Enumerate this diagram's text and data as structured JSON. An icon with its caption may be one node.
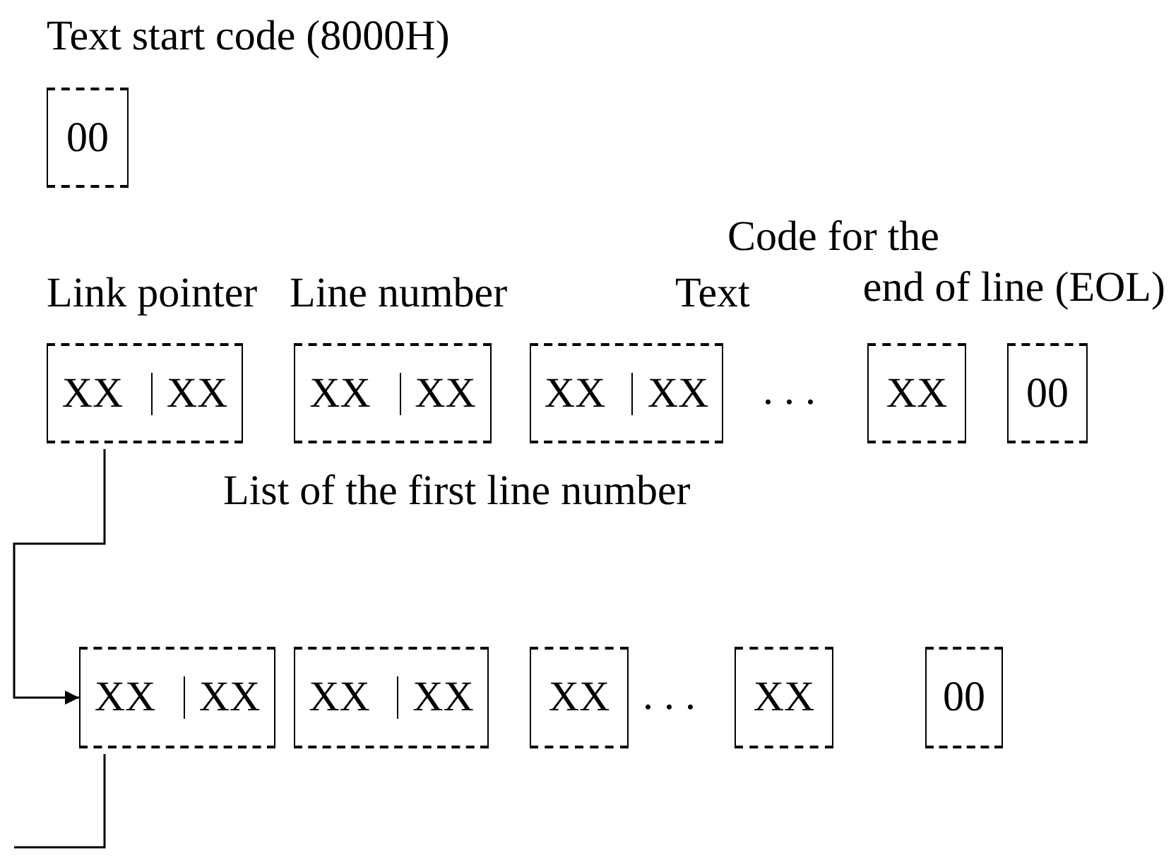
{
  "diagram": {
    "nodes": [
      {
        "text": [
          "00"
        ]
      },
      {
        "text": [
          "XX",
          "XX"
        ]
      },
      {
        "text": [
          "XX",
          "XX"
        ]
      },
      {
        "text": [
          "XX",
          "XX"
        ]
      },
      {
        "text": [
          "XX"
        ]
      },
      {
        "text": [
          "00"
        ]
      },
      {
        "text": [
          "XX",
          "XX"
        ]
      },
      {
        "text": [
          "XX",
          "XX"
        ]
      },
      {
        "text": [
          "XX"
        ]
      },
      {
        "text": [
          "XX"
        ]
      },
      {
        "text": [
          "00"
        ]
      }
    ],
    "edges": [
      {
        "from": 1,
        "to": 6,
        "arrow": "to"
      },
      {
        "from": 6,
        "to": null,
        "arrow": "none"
      }
    ],
    "labels": [
      "Text start code (8000H)",
      "Code for the end of line (EOL)",
      "Link pointer",
      "Line number",
      "Text",
      ". . .",
      "List of the first line number",
      ". . ."
    ]
  }
}
